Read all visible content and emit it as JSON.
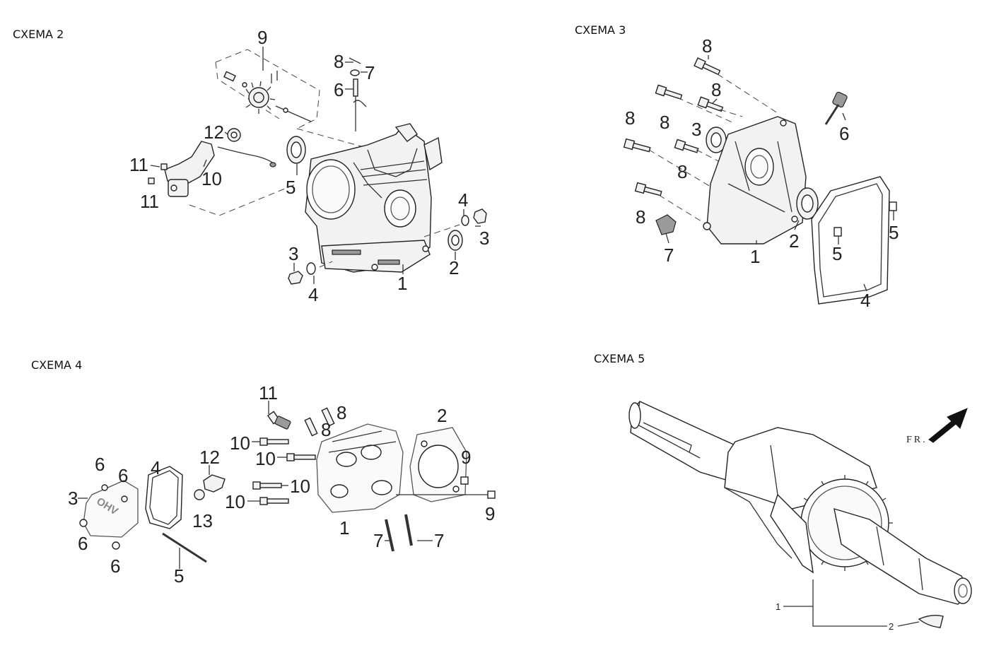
{
  "diagrams": [
    {
      "id": "scheme2",
      "title": "CXEMA 2",
      "labels": [
        "9",
        "8",
        "7",
        "6",
        "12",
        "11",
        "10",
        "11",
        "5",
        "4",
        "3",
        "3",
        "2",
        "4",
        "1"
      ]
    },
    {
      "id": "scheme3",
      "title": "CXEMA 3",
      "labels": [
        "8",
        "8",
        "8",
        "8",
        "3",
        "6",
        "8",
        "8",
        "7",
        "1",
        "2",
        "5",
        "5",
        "4"
      ]
    },
    {
      "id": "scheme4",
      "title": "CXEMA 4",
      "labels": [
        "11",
        "8",
        "8",
        "2",
        "10",
        "10",
        "12",
        "9",
        "10",
        "10",
        "6",
        "6",
        "4",
        "3",
        "13",
        "9",
        "1",
        "6",
        "6",
        "5",
        "7",
        "7"
      ]
    },
    {
      "id": "scheme5",
      "title": "CXEMA 5",
      "direction_label": "FR.",
      "labels": [
        "1",
        "2"
      ]
    }
  ],
  "cover_text": "OHV",
  "line_color": "#222222"
}
